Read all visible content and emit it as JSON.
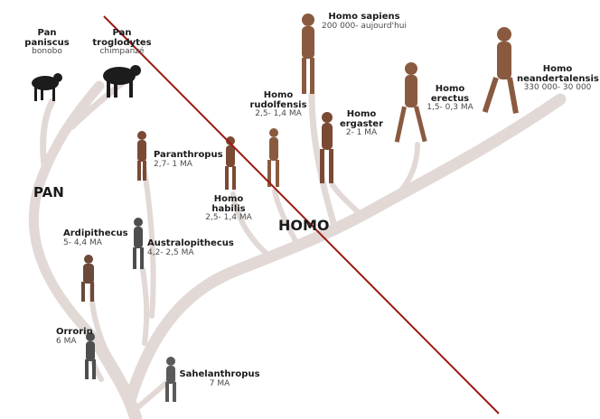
{
  "groups": {
    "pan": "PAN",
    "homo": "HOMO"
  },
  "species": {
    "pan_paniscus": {
      "name": "Pan paniscus",
      "common": "bonobo"
    },
    "pan_troglodytes": {
      "name": "Pan troglodytes",
      "common": "chimpanzé"
    },
    "paranthropus": {
      "name": "Paranthropus",
      "date": "2,7- 1 MA"
    },
    "ardipithecus": {
      "name": "Ardipithecus",
      "date": "5- 4,4 MA"
    },
    "australopithecus": {
      "name": "Australopithecus",
      "date": "4,2- 2,5 MA"
    },
    "orrorin": {
      "name": "Orrorin",
      "date": "6 MA"
    },
    "sahelanthropus": {
      "name": "Sahelanthropus",
      "date": "7 MA"
    },
    "homo_habilis": {
      "name": "Homo habilis",
      "date": "2,5- 1,4 MA"
    },
    "homo_rudolfensis": {
      "name": "Homo rudolfensis",
      "date": "2,5- 1,4 MA"
    },
    "homo_sapiens": {
      "name": "Homo sapiens",
      "date": "200 000- aujourd'hui"
    },
    "homo_ergaster": {
      "name": "Homo ergaster",
      "date": "2- 1 MA"
    },
    "homo_erectus": {
      "name": "Homo erectus",
      "date": "1,5- 0,3 MA"
    },
    "homo_neandertalensis": {
      "name": "Homo neandertalensis",
      "date": "330 000- 30 000"
    }
  },
  "colors": {
    "branch": "#e2d9d6",
    "branch_edge": "#c9bcb7",
    "cross_line": "#9b1b12",
    "ape_fill": "#1c1c1c",
    "hominin_fill": "#6b4a3a"
  }
}
